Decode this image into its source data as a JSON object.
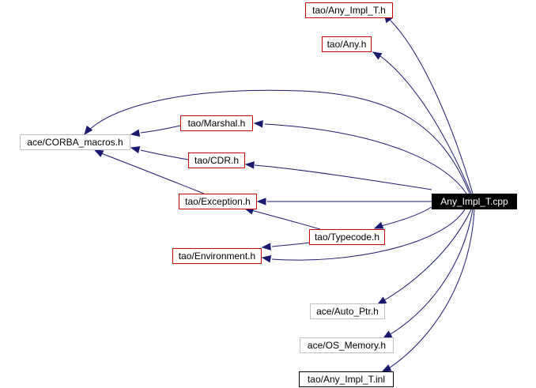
{
  "diagram": {
    "root": "Any_Impl_T.cpp",
    "nodes": [
      {
        "id": "any_impl_t_h",
        "label": "tao/Any_Impl_T.h",
        "style": "red"
      },
      {
        "id": "any_h",
        "label": "tao/Any.h",
        "style": "red"
      },
      {
        "id": "corba_macros",
        "label": "ace/CORBA_macros.h",
        "style": "gray"
      },
      {
        "id": "marshal",
        "label": "tao/Marshal.h",
        "style": "red"
      },
      {
        "id": "cdr",
        "label": "tao/CDR.h",
        "style": "red"
      },
      {
        "id": "exception",
        "label": "tao/Exception.h",
        "style": "red"
      },
      {
        "id": "root",
        "label": "Any_Impl_T.cpp",
        "style": "root"
      },
      {
        "id": "typecode",
        "label": "tao/Typecode.h",
        "style": "red"
      },
      {
        "id": "environment",
        "label": "tao/Environment.h",
        "style": "red"
      },
      {
        "id": "auto_ptr",
        "label": "ace/Auto_Ptr.h",
        "style": "gray"
      },
      {
        "id": "os_memory",
        "label": "ace/OS_Memory.h",
        "style": "gray"
      },
      {
        "id": "any_impl_t_inl",
        "label": "tao/Any_Impl_T.inl",
        "style": "black"
      }
    ],
    "edges": [
      {
        "from": "root",
        "to": "any_impl_t_h"
      },
      {
        "from": "root",
        "to": "any_h"
      },
      {
        "from": "root",
        "to": "corba_macros"
      },
      {
        "from": "root",
        "to": "marshal"
      },
      {
        "from": "root",
        "to": "cdr"
      },
      {
        "from": "root",
        "to": "exception"
      },
      {
        "from": "root",
        "to": "typecode"
      },
      {
        "from": "root",
        "to": "environment"
      },
      {
        "from": "root",
        "to": "auto_ptr"
      },
      {
        "from": "root",
        "to": "os_memory"
      },
      {
        "from": "root",
        "to": "any_impl_t_inl"
      },
      {
        "from": "marshal",
        "to": "corba_macros"
      },
      {
        "from": "cdr",
        "to": "corba_macros"
      },
      {
        "from": "exception",
        "to": "corba_macros"
      },
      {
        "from": "typecode",
        "to": "exception"
      },
      {
        "from": "typecode",
        "to": "environment"
      }
    ]
  }
}
